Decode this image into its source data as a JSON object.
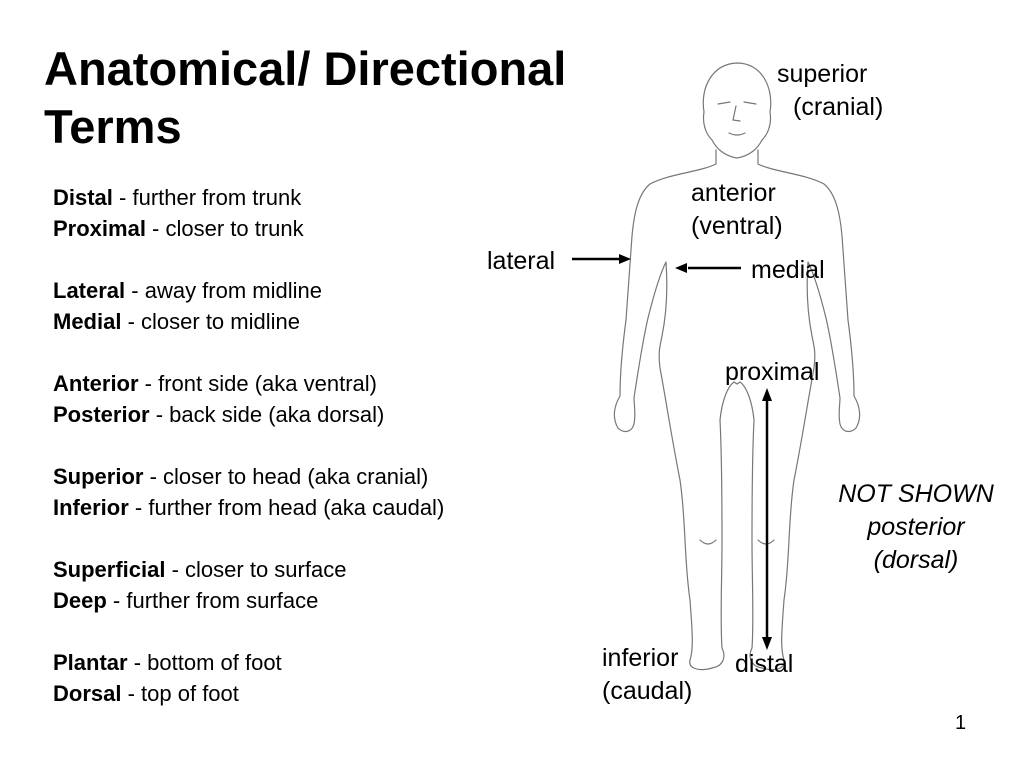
{
  "title": {
    "line1": "Anatomical/ Directional",
    "line2": "Terms"
  },
  "terms": [
    [
      {
        "term": "Distal",
        "definition": " - further from trunk"
      },
      {
        "term": "Proximal",
        "definition": " - closer to trunk"
      }
    ],
    [
      {
        "term": "Lateral",
        "definition": " - away from midline"
      },
      {
        "term": "Medial",
        "definition": " - closer to midline"
      }
    ],
    [
      {
        "term": "Anterior",
        "definition": " - front side (aka ventral)"
      },
      {
        "term": "Posterior",
        "definition": " - back side (aka dorsal)"
      }
    ],
    [
      {
        "term": "Superior",
        "definition": " - closer to head (aka cranial)"
      },
      {
        "term": "Inferior",
        "definition": " - further from head (aka caudal)"
      }
    ],
    [
      {
        "term": "Superficial",
        "definition": " - closer to surface"
      },
      {
        "term": "Deep",
        "definition": " - further from surface"
      }
    ],
    [
      {
        "term": "Plantar",
        "definition": " - bottom of foot"
      },
      {
        "term": "Dorsal",
        "definition": " - top of foot"
      }
    ]
  ],
  "figure_labels": {
    "superior": {
      "line1": "superior",
      "line2": "(cranial)"
    },
    "anterior": {
      "line1": "anterior",
      "line2": "(ventral)"
    },
    "lateral": "lateral",
    "medial": "medial",
    "proximal": "proximal",
    "inferior": {
      "line1": "inferior",
      "line2": "(caudal)"
    },
    "distal": "distal"
  },
  "not_shown": {
    "line1": "NOT SHOWN",
    "line2": "posterior",
    "line3": "(dorsal)"
  },
  "page_number": "1"
}
